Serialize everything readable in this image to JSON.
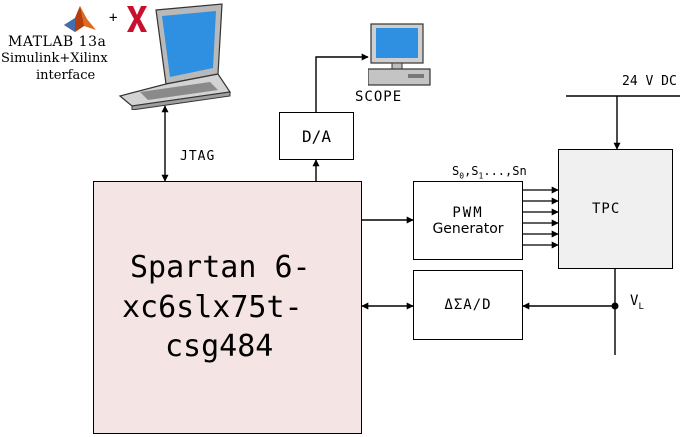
{
  "software": {
    "line1": "MATLAB 13a",
    "line2": "Simulink+Xilinx",
    "line3": "interface",
    "plus_sign": "+",
    "matlab_logo_icon": "matlab-membrane-logo",
    "xilinx_logo_icon": "xilinx-logo",
    "laptop_icon": "laptop"
  },
  "scope": {
    "label": "SCOPE",
    "icon": "desktop-computer"
  },
  "supply": {
    "label": "24 V DC"
  },
  "jtag": {
    "label": "JTAG"
  },
  "fpga": {
    "line1": "Spartan 6-",
    "line2": "xc6slx75t-",
    "line3": "csg484"
  },
  "dac": {
    "label": "D/A"
  },
  "pwm": {
    "line1": "PWM",
    "line2": "Generator"
  },
  "switch_signals": {
    "label": "S0,S1...,Sn",
    "parts": [
      "S",
      "0",
      ",S",
      "1",
      "...,Sn"
    ]
  },
  "tpc": {
    "label": "TPC"
  },
  "adc": {
    "label": "ΔΣA/D"
  },
  "load_voltage": {
    "label": "VL",
    "parts": [
      "V",
      "L"
    ]
  },
  "colors": {
    "fpga_fill": "#f5e4e4",
    "tpc_fill": "#f0f0f0",
    "line": "#000000"
  }
}
